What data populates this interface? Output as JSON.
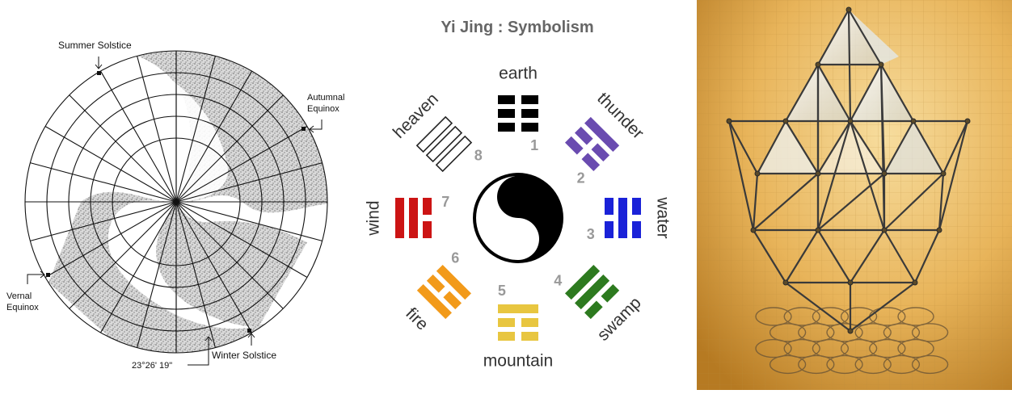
{
  "solar_chart": {
    "labels": {
      "summer": "Summer Solstice",
      "autumn_1": "Autumnal",
      "autumn_2": "Equinox",
      "vernal_1": "Vernal",
      "vernal_2": "Equinox",
      "winter": "Winter Solstice",
      "angle": "23°26' 19\""
    },
    "colors": {
      "line": "#111111",
      "stipple": "#9a9a9a"
    }
  },
  "yijing": {
    "title": "Yi Jing : Symbolism",
    "trigrams": [
      {
        "name": "earth",
        "number": "1",
        "color": "#000000",
        "lines": [
          0,
          0,
          0
        ]
      },
      {
        "name": "thunder",
        "number": "2",
        "color": "#6a4bb0",
        "lines": [
          1,
          0,
          0
        ]
      },
      {
        "name": "water",
        "number": "3",
        "color": "#1a22d8",
        "lines": [
          0,
          1,
          0
        ]
      },
      {
        "name": "swamp",
        "number": "4",
        "color": "#2d7a1f",
        "lines": [
          0,
          1,
          1
        ]
      },
      {
        "name": "mountain",
        "number": "5",
        "color": "#e8c640",
        "lines": [
          0,
          0,
          1
        ]
      },
      {
        "name": "fire",
        "number": "6",
        "color": "#f29a1a",
        "lines": [
          1,
          0,
          1
        ]
      },
      {
        "name": "wind",
        "number": "7",
        "color": "#cc1414",
        "lines": [
          1,
          1,
          0
        ]
      },
      {
        "name": "heaven",
        "number": "8",
        "color": "#ffffff",
        "lines": [
          1,
          1,
          1
        ]
      }
    ],
    "colors": {
      "title": "#666666",
      "number": "#999999",
      "label": "#333333"
    }
  },
  "structure_image": {
    "colors": {
      "bg_light": "#f3cf86",
      "bg_dark": "#c58a2e",
      "metal": "#3a3a3a"
    }
  }
}
